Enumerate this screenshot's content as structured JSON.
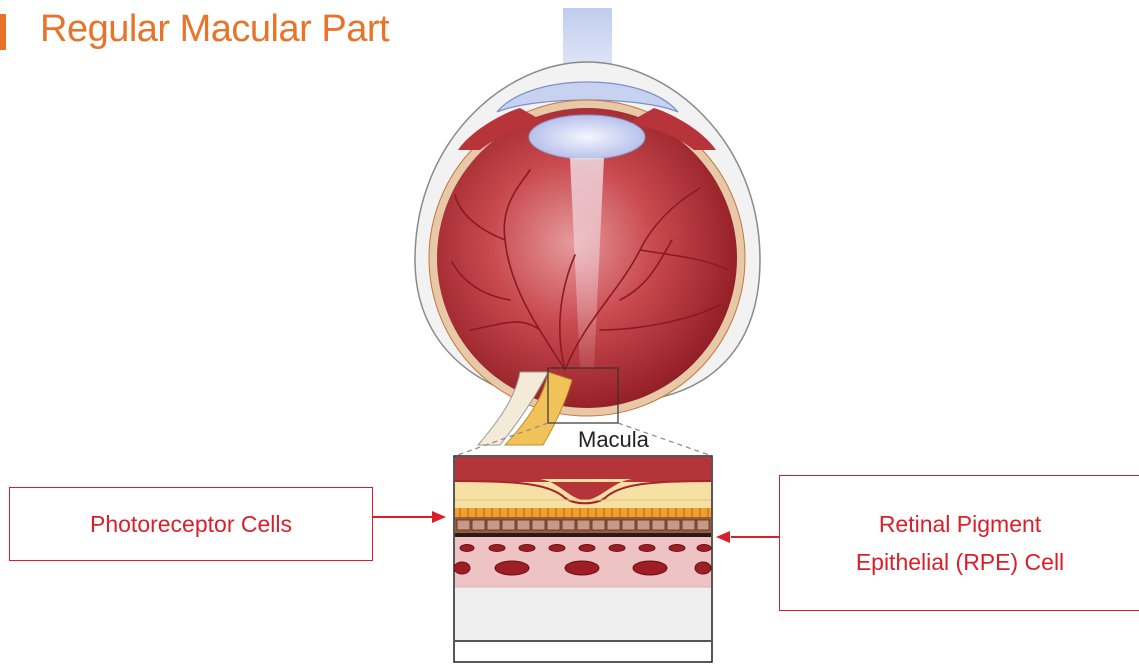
{
  "title": "Regular Macular Part",
  "labels": {
    "macula": "Macula",
    "photoreceptor": "Photoreceptor Cells",
    "rpe_line1": "Retinal Pigment",
    "rpe_line2": "Epithelial (RPE) Cell"
  },
  "colors": {
    "title": "#e8732a",
    "callout": "#d9202a",
    "eye_red": "#b52a30",
    "nerve": "#f1c25a"
  }
}
